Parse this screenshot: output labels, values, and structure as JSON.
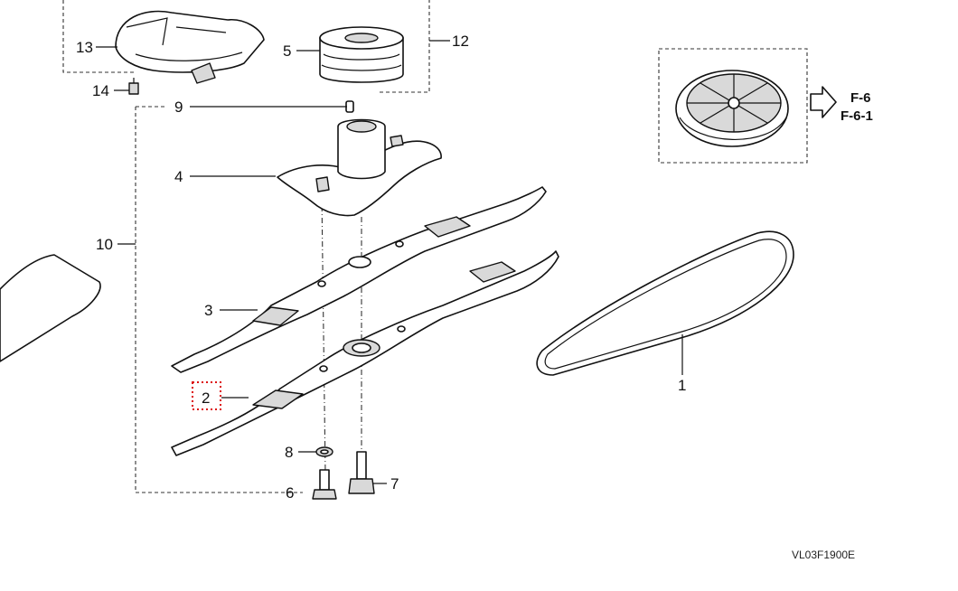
{
  "callouts": {
    "c1": "1",
    "c2": "2",
    "c3": "3",
    "c4": "4",
    "c5": "5",
    "c6": "6",
    "c7": "7",
    "c8": "8",
    "c9": "9",
    "c10": "10",
    "c12": "12",
    "c13": "13",
    "c14": "14"
  },
  "reference": {
    "line1": "F-6",
    "line2": "F-6-1"
  },
  "drawing_code": "VL03F1900E"
}
